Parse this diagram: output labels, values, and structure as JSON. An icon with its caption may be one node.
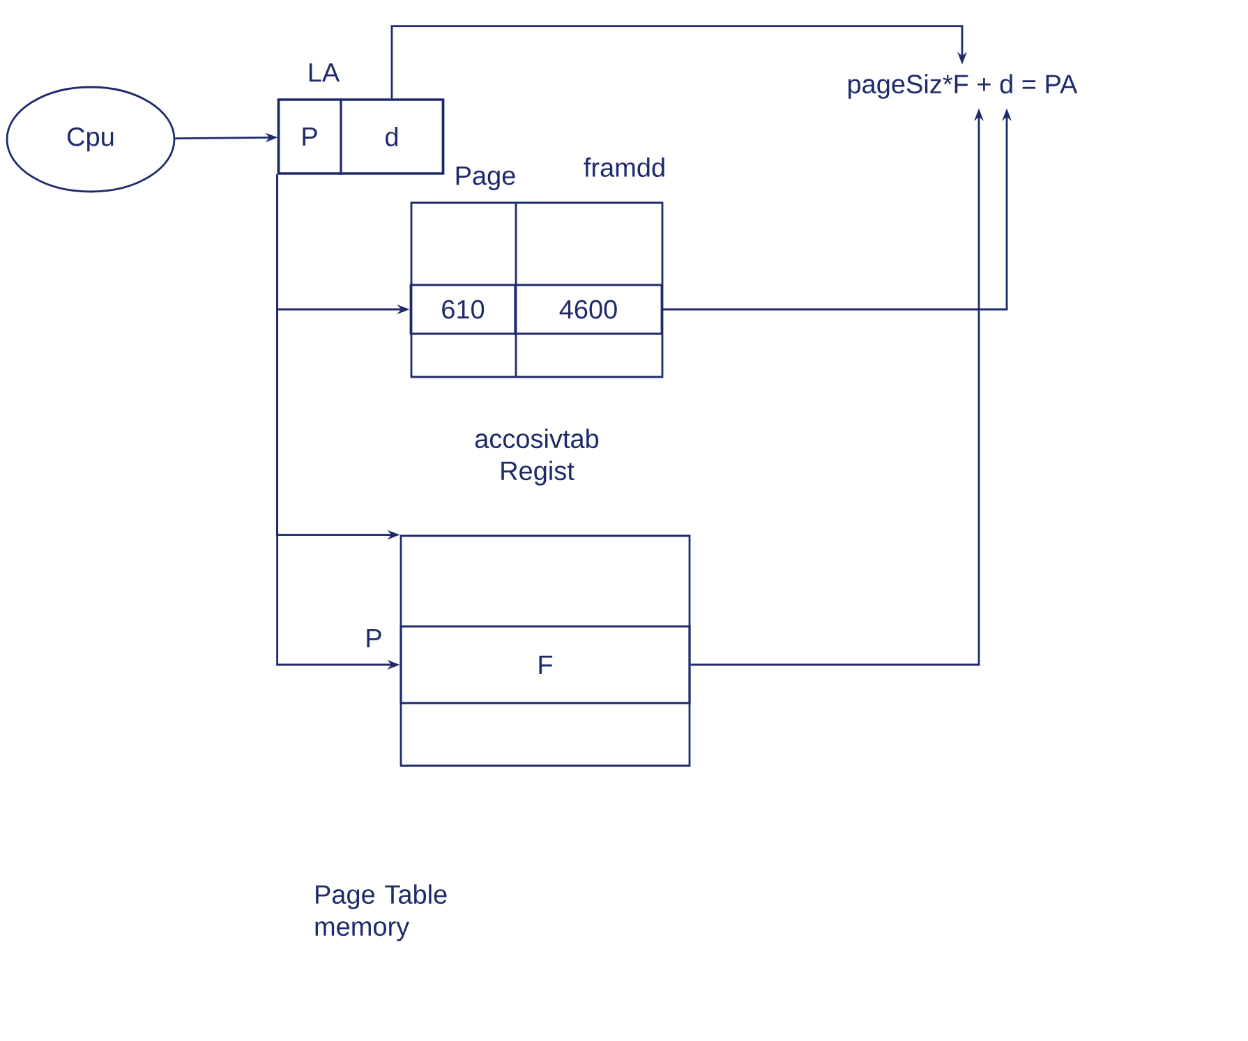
{
  "diagram": {
    "nodes": [
      {
        "text": [
          "Cpu"
        ]
      },
      {
        "text": [
          "LA"
        ]
      },
      {
        "text": [
          "P"
        ],
        "in": 1
      },
      {
        "text": [
          "d"
        ],
        "in": 1
      },
      {
        "text": [
          "Page",
          "framdd"
        ],
        "beside": [
          "accosivtab Regist"
        ]
      },
      {
        "text": [
          "610"
        ],
        "in": 4
      },
      {
        "text": [
          "4600"
        ],
        "in": 4
      },
      {
        "text": [],
        "shape": "box"
      },
      {
        "text": [
          "F"
        ],
        "in": 7
      },
      {
        "text": [
          "pageSiz*F + d = PA"
        ]
      }
    ],
    "edges": [
      {
        "from": 0,
        "to": 1,
        "arrow": "to"
      },
      {
        "from": 2,
        "to": 5,
        "arrow": "to"
      },
      {
        "from": 2,
        "to": 7,
        "arrow": "to"
      },
      {
        "from": 2,
        "to": 8,
        "arrow": "to"
      },
      {
        "from": 3,
        "to": 9,
        "arrow": "to"
      },
      {
        "from": 6,
        "to": 9,
        "arrow": "to"
      },
      {
        "from": 8,
        "to": 9,
        "arrow": "to"
      }
    ],
    "labels": [
      "P",
      "Page Table memory"
    ]
  }
}
